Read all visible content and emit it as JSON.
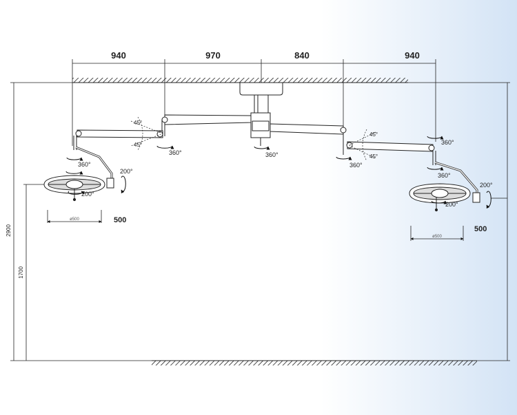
{
  "top_dimensions": [
    "940",
    "970",
    "840",
    "940"
  ],
  "height_dimensions": {
    "total": "2900",
    "lamp": "1700"
  },
  "angle_labels": {
    "tilt_45": "45°",
    "rotate_360": "360°",
    "rotate_200": "200°"
  },
  "lamp": {
    "diameter_label": "ø500",
    "width_label": "500"
  },
  "colors": {
    "line": "#222222",
    "background_gradient_end": "#d3e3f5"
  }
}
